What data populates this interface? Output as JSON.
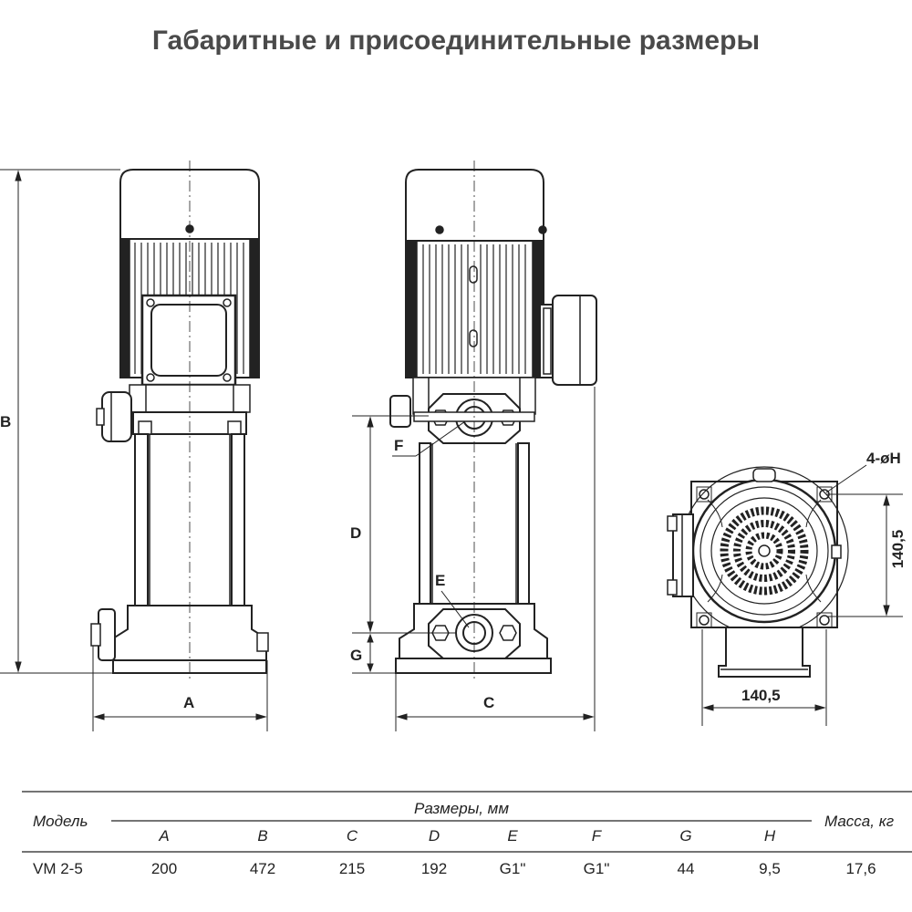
{
  "title": "Габаритные и присоединительные размеры",
  "views": {
    "front": {
      "dim_a": "A",
      "dim_b": "B"
    },
    "side": {
      "dim_c": "C",
      "dim_d": "D",
      "dim_e": "E",
      "dim_f": "F",
      "dim_g": "G"
    },
    "base": {
      "holes": "4-øH",
      "width": "140,5",
      "height": "140,5"
    }
  },
  "table": {
    "model_header": "Модель",
    "group_header": "Размеры, мм",
    "mass_header": "Масса, кг",
    "columns": [
      "A",
      "B",
      "C",
      "D",
      "E",
      "F",
      "G",
      "H"
    ],
    "rows": [
      {
        "model": "VM 2-5",
        "values": [
          "200",
          "472",
          "215",
          "192",
          "G1\"",
          "G1\"",
          "44",
          "9,5"
        ],
        "mass": "17,6"
      }
    ]
  }
}
